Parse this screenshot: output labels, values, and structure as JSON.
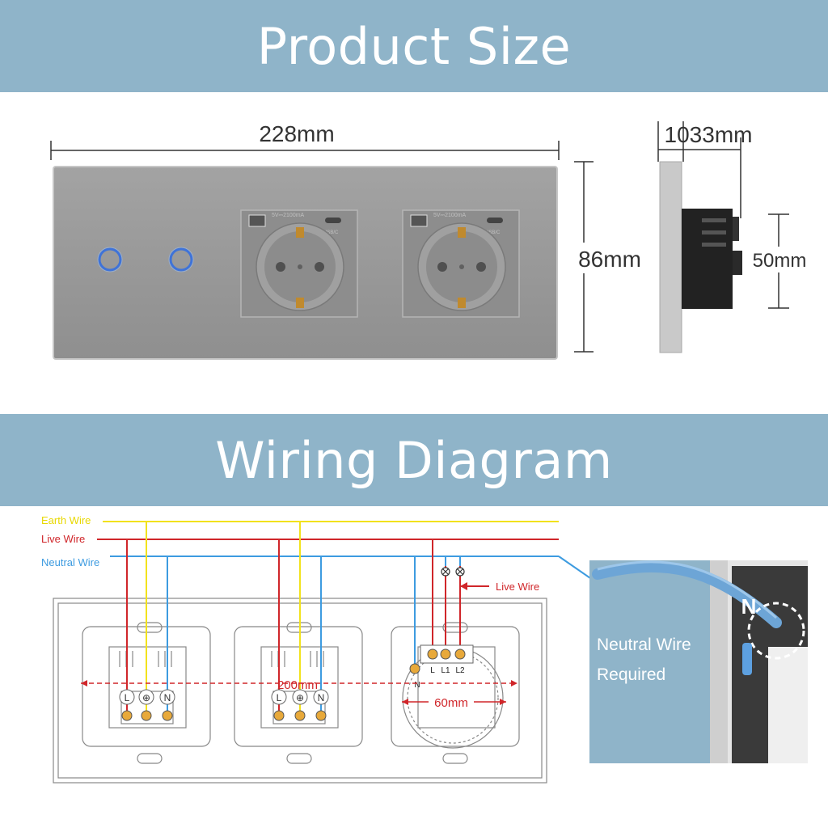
{
  "headings": {
    "product_size": "Product Size",
    "wiring_diagram": "Wiring Diagram"
  },
  "dimensions": {
    "width": "228mm",
    "height": "86mm",
    "depth": "1033mm",
    "box_height": "50mm",
    "center_spacing": "200mm",
    "box_diameter": "60mm"
  },
  "usb_marks": {
    "output": "5V⎓2100mA",
    "port_label": "USB/C"
  },
  "wiring": {
    "earth_label": "Earth Wire",
    "live_label": "Live Wire",
    "neutral_label": "Neutral Wire",
    "live_label_right": "Live Wire",
    "socket_terminals": [
      "L",
      "⊕",
      "N"
    ],
    "switch_terminals": [
      "L",
      "L1",
      "L2"
    ],
    "switch_neutral": "N",
    "colors": {
      "earth": "#f2e21d",
      "live": "#d0262a",
      "neutral": "#3d9be0",
      "banner": "#8fb4c9"
    }
  },
  "photo": {
    "note_line1": "Neutral Wire",
    "note_line2": "Required",
    "badge": "N"
  }
}
